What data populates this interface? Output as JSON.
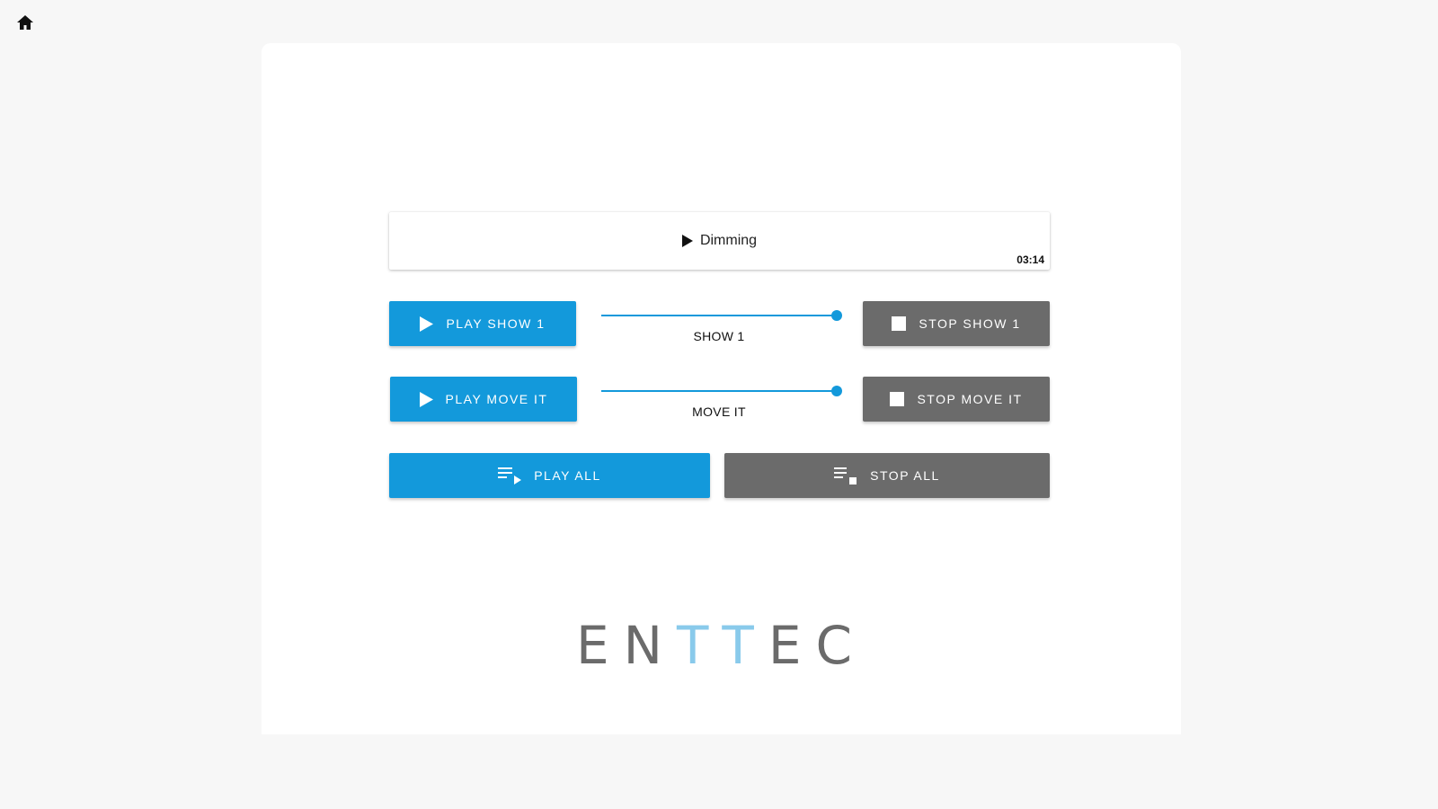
{
  "nav": {
    "home_icon": "home-icon"
  },
  "now_playing": {
    "icon": "play-icon",
    "title": "Dimming",
    "time": "03:14"
  },
  "shows": [
    {
      "play_label": "PLAY SHOW 1",
      "stop_label": "STOP SHOW 1",
      "slider_label": "SHOW 1",
      "slider_value": 1.0
    },
    {
      "play_label": "PLAY MOVE IT",
      "stop_label": "STOP MOVE IT",
      "slider_label": "MOVE IT",
      "slider_value": 1.0
    }
  ],
  "all_controls": {
    "play_all_label": "PLAY ALL",
    "stop_all_label": "STOP ALL"
  },
  "logo": {
    "text": "ENTTEC",
    "parts": [
      "EN",
      "TT",
      "EC"
    ]
  },
  "colors": {
    "accent": "#1399db",
    "stop": "#6b6b6b",
    "background": "#f7f7f7",
    "logo_gray": "#5f5f5f",
    "logo_blue": "#7fc6ea"
  }
}
